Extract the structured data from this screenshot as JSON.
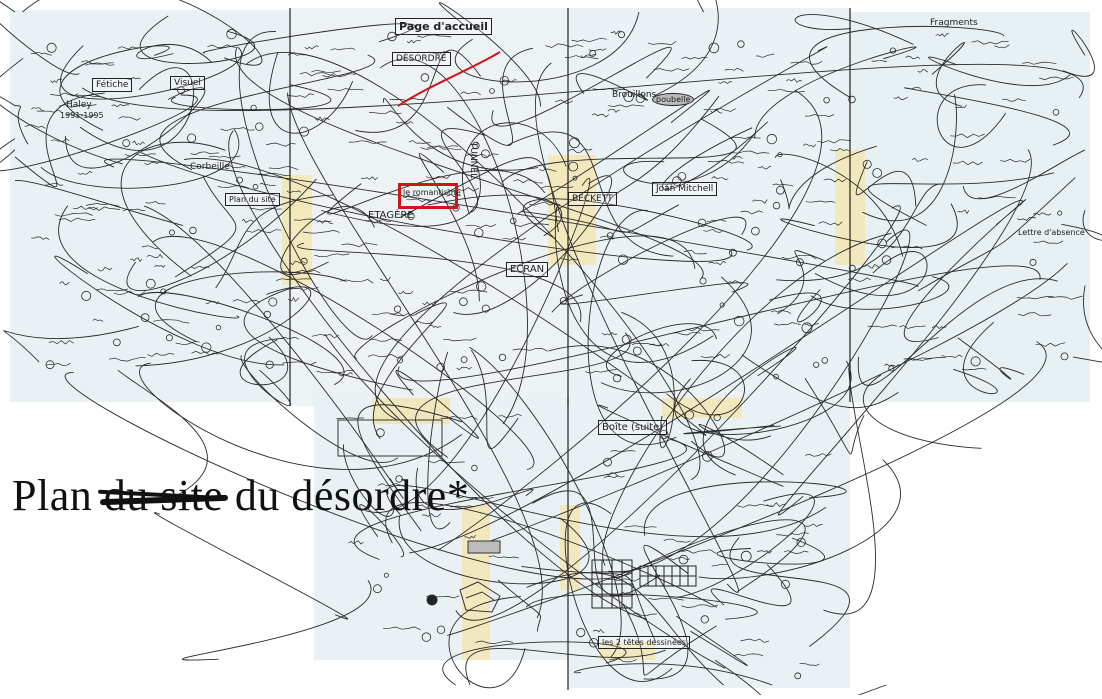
{
  "title": {
    "word1": "Plan",
    "struck": "du site",
    "word2": "du désordre",
    "asterisk": "*"
  },
  "labels": {
    "page_accueil": "Page d'accueil",
    "desordre": "DÉSORDRE",
    "ecran": "ECRAN",
    "etagere": "ETAGÈRE",
    "tunnel": "TUNNEL",
    "joan_mitchell": "Joan Mitchell",
    "beckett": "BECKETT",
    "boite": "Boîte (suite)",
    "haley": "Haley",
    "haley_years": "1991-1995",
    "fetiche": "Fétiche",
    "visuel": "Visuel",
    "plan_site": "Plan du site",
    "brouillons": "Brouillons",
    "corbeille": "Corbeille",
    "poubelle": "poubelle",
    "fragments": "Fragments",
    "lettre_absente": "Lettre d'absence",
    "les_2ttes": "les 2 têtes dessinées",
    "red_box": "le romantisme"
  },
  "colors": {
    "paper": "#e9f1f4",
    "yellow_tape": "#f3e6b3",
    "ink": "#1e1e1e",
    "red": "#d0141b"
  }
}
